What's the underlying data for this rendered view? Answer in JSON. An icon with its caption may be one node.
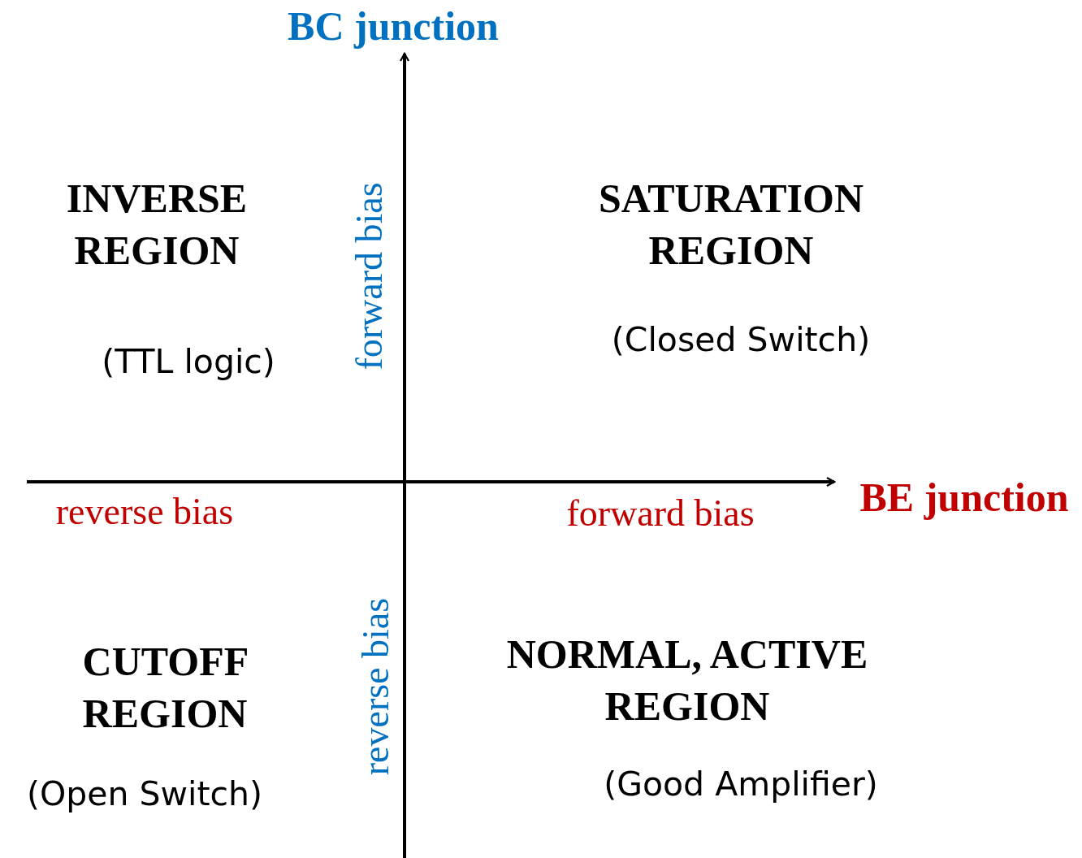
{
  "diagram": {
    "labels": [
      "BC junction",
      "INVERSE REGION",
      "SATURATION REGION",
      "forward bias",
      "(TTL logic)",
      "(Closed Switch)",
      "reverse bias",
      "forward bias",
      "BE junction",
      "reverse bias",
      "CUTOFF REGION",
      "NORMAL, ACTIVE REGION",
      "(Open Switch)",
      "(Good Amplifier)"
    ]
  }
}
